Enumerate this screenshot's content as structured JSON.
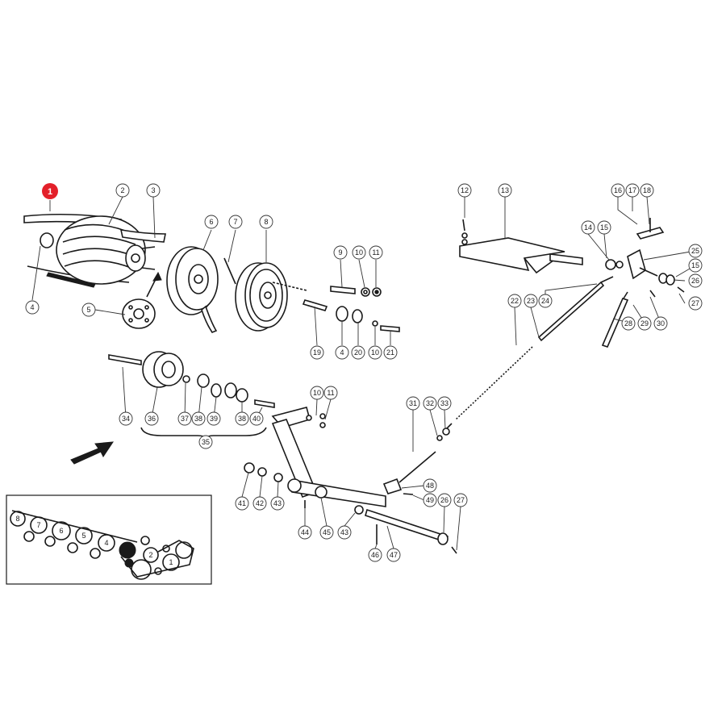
{
  "highlight": {
    "label": "1",
    "color": "#e3202a"
  },
  "callouts": [
    "2",
    "3",
    "4",
    "5",
    "6",
    "7",
    "8",
    "9",
    "10",
    "11",
    "19",
    "4",
    "20",
    "10",
    "21",
    "12",
    "13",
    "14",
    "15",
    "16",
    "17",
    "18",
    "25",
    "15",
    "26",
    "27",
    "22",
    "23",
    "24",
    "28",
    "29",
    "30",
    "34",
    "36",
    "37",
    "38",
    "39",
    "38",
    "40",
    "35",
    "10",
    "11",
    "31",
    "32",
    "33",
    "48",
    "49",
    "26",
    "27",
    "41",
    "42",
    "43",
    "44",
    "45",
    "43",
    "46",
    "47"
  ],
  "inset": {
    "labels": [
      "8",
      "7",
      "6",
      "5",
      "4",
      "2",
      "1"
    ]
  }
}
